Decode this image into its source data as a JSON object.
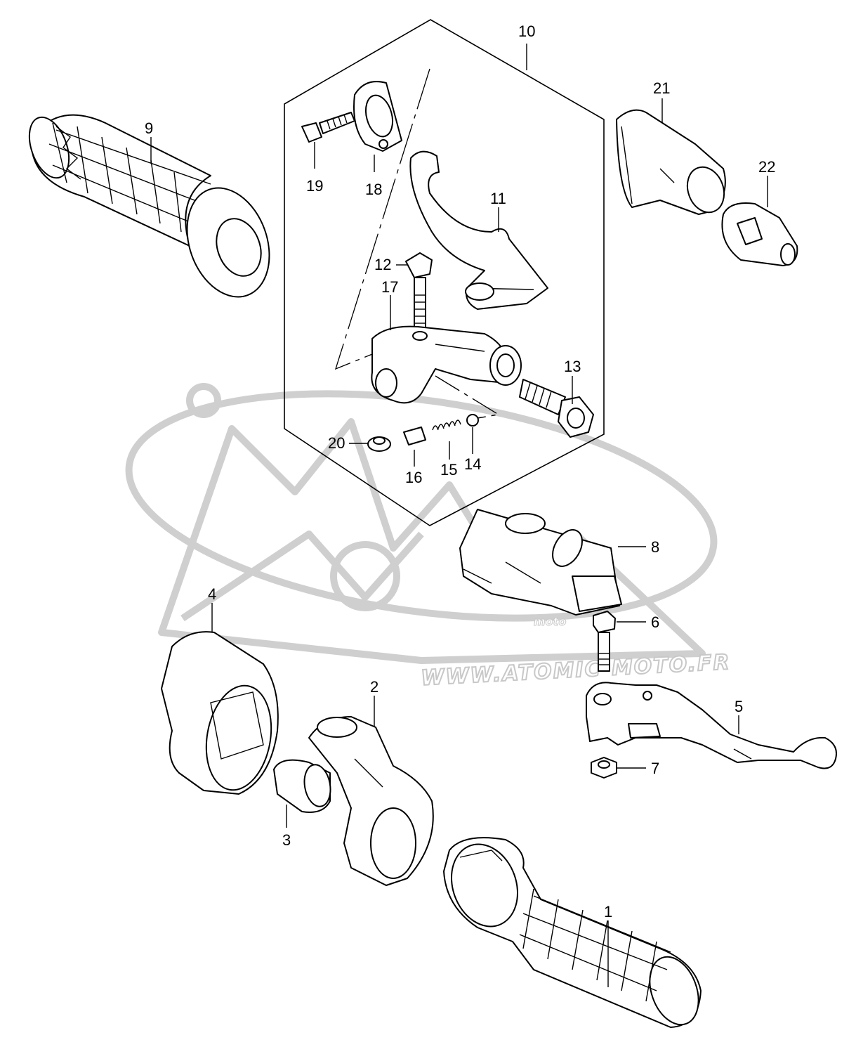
{
  "callouts": {
    "c1": "1",
    "c2": "2",
    "c3": "3",
    "c4": "4",
    "c5": "5",
    "c6": "6",
    "c7": "7",
    "c8": "8",
    "c9": "9",
    "c10": "10",
    "c11": "11",
    "c12": "12",
    "c13": "13",
    "c14": "14",
    "c15": "15",
    "c16": "16",
    "c17": "17",
    "c18": "18",
    "c19": "19",
    "c20": "20",
    "c21": "21",
    "c22": "22"
  },
  "watermark": {
    "url": "WWW.ATOMIC-MOTO.FR",
    "sub": "moto"
  }
}
